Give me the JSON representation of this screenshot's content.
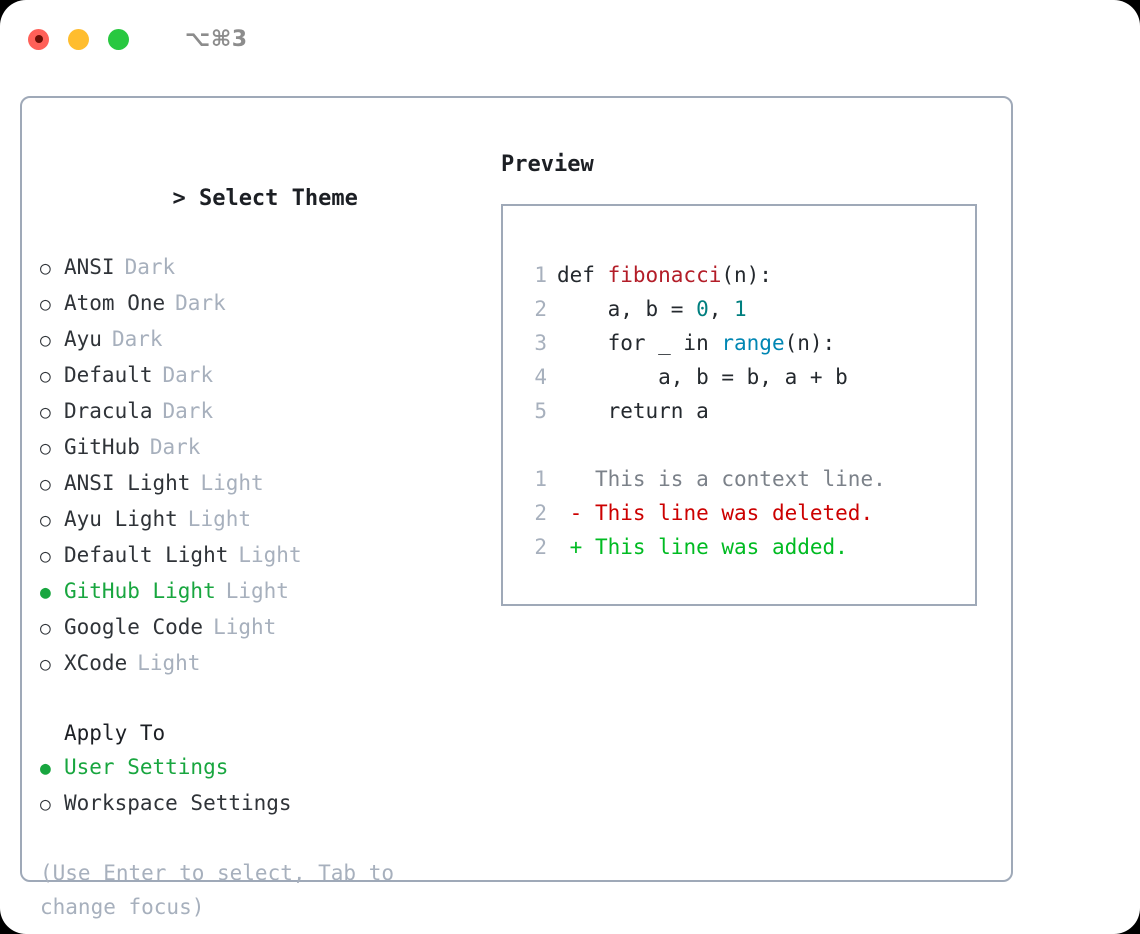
{
  "titlebar": {
    "shortcut": "⌥⌘3",
    "lights": [
      {
        "name": "close",
        "color": "#ff6058"
      },
      {
        "name": "minimize",
        "color": "#ffbd2e"
      },
      {
        "name": "maximize",
        "color": "#28c840"
      }
    ]
  },
  "theme_picker": {
    "caret": ">",
    "heading": "Select Theme",
    "bullet_selected": "●",
    "bullet_unselected": "○",
    "options": [
      {
        "label": "ANSI",
        "badge": "Dark",
        "selected": false
      },
      {
        "label": "Atom One",
        "badge": "Dark",
        "selected": false
      },
      {
        "label": "Ayu",
        "badge": "Dark",
        "selected": false
      },
      {
        "label": "Default",
        "badge": "Dark",
        "selected": false
      },
      {
        "label": "Dracula",
        "badge": "Dark",
        "selected": false
      },
      {
        "label": "GitHub",
        "badge": "Dark",
        "selected": false
      },
      {
        "label": "ANSI Light",
        "badge": "Light",
        "selected": false
      },
      {
        "label": "Ayu Light",
        "badge": "Light",
        "selected": false
      },
      {
        "label": "Default Light",
        "badge": "Light",
        "selected": false
      },
      {
        "label": "GitHub Light",
        "badge": "Light",
        "selected": true
      },
      {
        "label": "Google Code",
        "badge": "Light",
        "selected": false
      },
      {
        "label": "XCode",
        "badge": "Light",
        "selected": false
      }
    ]
  },
  "apply_to": {
    "heading": "Apply To",
    "options": [
      {
        "label": "User Settings",
        "selected": true
      },
      {
        "label": "Workspace Settings",
        "selected": false
      }
    ]
  },
  "hint": "(Use Enter to select, Tab to change focus)",
  "preview": {
    "title": "Preview",
    "code_lines": [
      {
        "num": "1",
        "segments": [
          {
            "text": "def ",
            "style": "plain"
          },
          {
            "text": "fibonacci",
            "style": "fn"
          },
          {
            "text": "(n):",
            "style": "plain"
          }
        ]
      },
      {
        "num": "2",
        "segments": [
          {
            "text": "    a, b = ",
            "style": "plain"
          },
          {
            "text": "0",
            "style": "num"
          },
          {
            "text": ", ",
            "style": "plain"
          },
          {
            "text": "1",
            "style": "num"
          }
        ]
      },
      {
        "num": "3",
        "segments": [
          {
            "text": "    for _ in ",
            "style": "plain"
          },
          {
            "text": "range",
            "style": "call"
          },
          {
            "text": "(n):",
            "style": "plain"
          }
        ]
      },
      {
        "num": "4",
        "segments": [
          {
            "text": "        a, b = b, a + b",
            "style": "plain"
          }
        ]
      },
      {
        "num": "5",
        "segments": [
          {
            "text": "    return a",
            "style": "plain"
          }
        ]
      }
    ],
    "diff_lines": [
      {
        "num": "1",
        "marker": " ",
        "text": "This is a context line.",
        "kind": "ctx"
      },
      {
        "num": "2",
        "marker": "-",
        "text": "This line was deleted.",
        "kind": "del"
      },
      {
        "num": "2",
        "marker": "+",
        "text": "This line was added.",
        "kind": "add"
      }
    ]
  },
  "colors": {
    "accent_green": "#18a63f",
    "border": "#9fa9b8",
    "muted": "#a7b0bd",
    "text": "#2f3338",
    "diff_add": "#00bb22",
    "diff_del": "#cc0000",
    "syntax_fn": "#b31d28",
    "syntax_num": "#007f7f",
    "syntax_call": "#0086b3"
  }
}
